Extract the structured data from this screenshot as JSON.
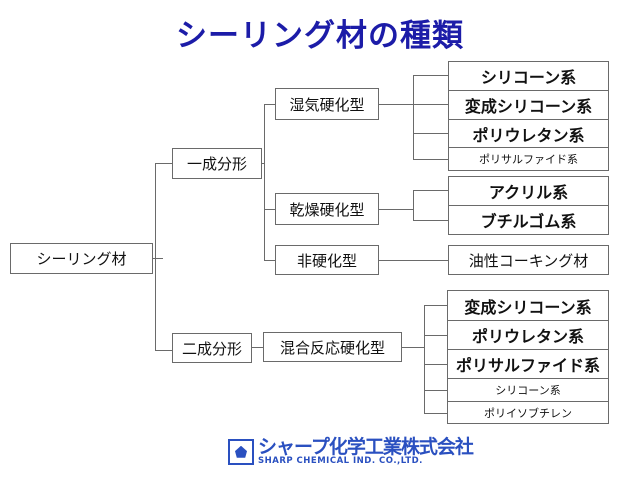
{
  "title": "シーリング材の種類",
  "root": "シーリング材",
  "one_component": {
    "label": "一成分形",
    "moisture": {
      "label": "湿気硬化型",
      "items": [
        "シリコーン系",
        "変成シリコーン系",
        "ポリウレタン系",
        "ポリサルファイド系"
      ]
    },
    "drying": {
      "label": "乾燥硬化型",
      "items": [
        "アクリル系",
        "ブチルゴム系"
      ]
    },
    "non_curing": {
      "label": "非硬化型",
      "items": [
        "油性コーキング材"
      ]
    }
  },
  "two_component": {
    "label": "二成分形",
    "mixing": {
      "label": "混合反応硬化型",
      "items": [
        "変成シリコーン系",
        "ポリウレタン系",
        "ポリサルファイド系",
        "シリコーン系",
        "ポリイソブチレン"
      ]
    }
  },
  "logo": {
    "jp": "シャープ化学工業株式会社",
    "en": "SHARP CHEMICAL IND. CO.,LTD."
  },
  "colors": {
    "title": "#1c1ca8",
    "logo": "#2a50c0",
    "line": "#6a6a6a"
  }
}
